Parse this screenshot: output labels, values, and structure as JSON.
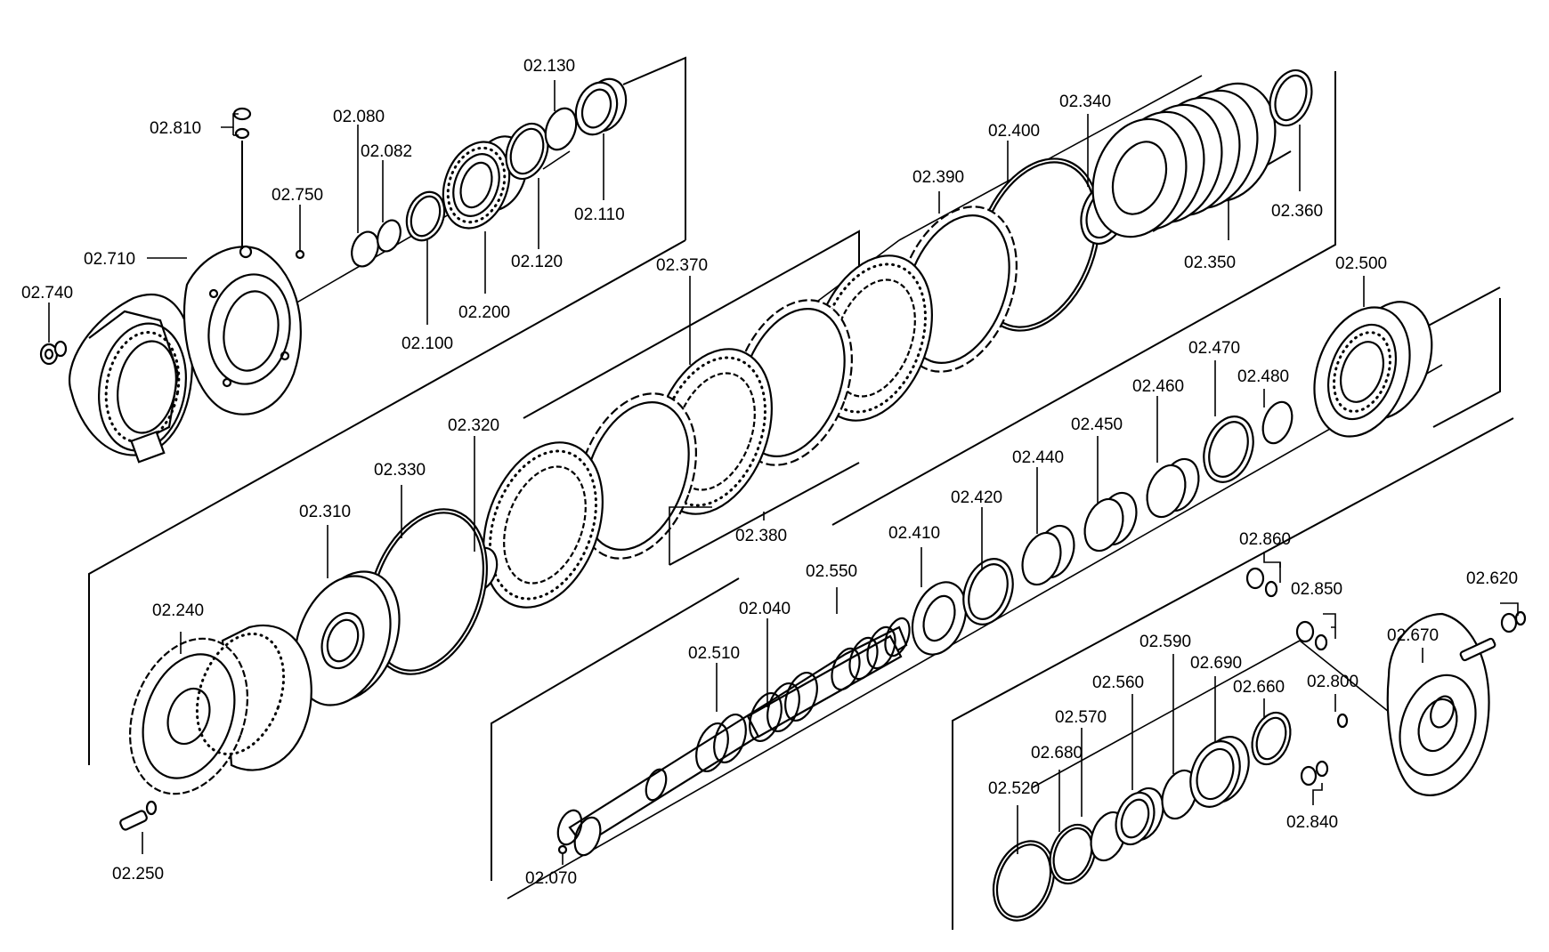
{
  "labels": {
    "p02810": "02.810",
    "p02710": "02.710",
    "p02740": "02.740",
    "p02750": "02.750",
    "p02080": "02.080",
    "p02082": "02.082",
    "p02100": "02.100",
    "p02200": "02.200",
    "p02120": "02.120",
    "p02130": "02.130",
    "p02110": "02.110",
    "p02400": "02.400",
    "p02340": "02.340",
    "p02390": "02.390",
    "p02350": "02.350",
    "p02360": "02.360",
    "p02370": "02.370",
    "p02380": "02.380",
    "p02320": "02.320",
    "p02330": "02.330",
    "p02310": "02.310",
    "p02240": "02.240",
    "p02250": "02.250",
    "p02500": "02.500",
    "p02470": "02.470",
    "p02480": "02.480",
    "p02460": "02.460",
    "p02450": "02.450",
    "p02440": "02.440",
    "p02420": "02.420",
    "p02410": "02.410",
    "p02550": "02.550",
    "p02040": "02.040",
    "p02510": "02.510",
    "p02070": "02.070",
    "p02860": "02.860",
    "p02850": "02.850",
    "p02620": "02.620",
    "p02670": "02.670",
    "p02800": "02.800",
    "p02840": "02.840",
    "p02590": "02.590",
    "p02690": "02.690",
    "p02660": "02.660",
    "p02560": "02.560",
    "p02570": "02.570",
    "p02680": "02.680",
    "p02520": "02.520"
  }
}
